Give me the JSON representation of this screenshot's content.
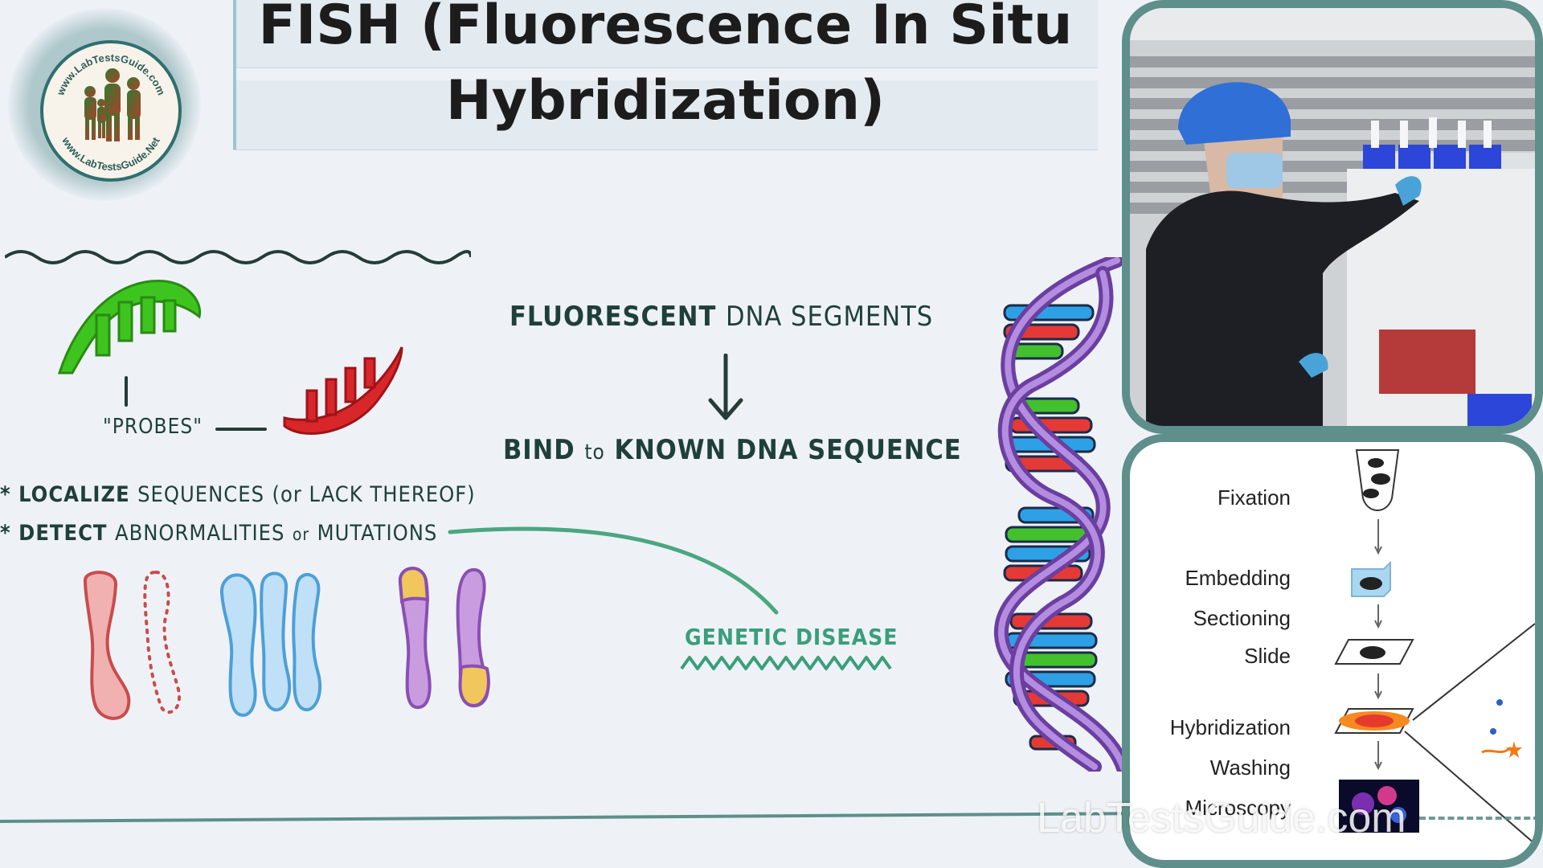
{
  "title": {
    "line1": "FISH (Fluorescence In Situ",
    "line2": "Hybridization)"
  },
  "logo": {
    "text_top": "www.LabTestsGuide.com",
    "text_bottom": "www.LabTestsGuide.Net"
  },
  "illustration": {
    "probes_label": "\"PROBES\"",
    "fluorescent_bold": "FLUORESCENT",
    "fluorescent_rest": "DNA SEGMENTS",
    "bind_bold": "BIND",
    "bind_small": "to",
    "bind_rest": "KNOWN DNA SEQUENCE",
    "bullet1_bold": "LOCALIZE",
    "bullet1_rest": "SEQUENCES",
    "bullet1_paren": "(or LACK THEREOF)",
    "bullet2_bold": "DETECT",
    "bullet2_rest": "ABNORMALITIES",
    "bullet2_small": "or",
    "bullet2_end": "MUTATIONS",
    "bullet_marker": "*",
    "genetic_disease": "GENETIC DISEASE"
  },
  "workflow": {
    "steps": [
      "Fixation",
      "Embedding",
      "Sectioning",
      "Slide",
      "Hybridization",
      "Washing",
      "Microscopy"
    ]
  },
  "watermark": "LabTestsGuide.com",
  "colors": {
    "accent_teal": "#5e8f8a",
    "probe_green": "#3ec41e",
    "probe_red": "#d8262b",
    "text_dark_green": "#1f3f3a",
    "genetic_disease_green": "#3a9e7a"
  },
  "icons": [
    "family-logo-icon",
    "dna-helix-icon",
    "probe-green-icon",
    "probe-red-icon",
    "arrow-down-icon",
    "chromosome-icon",
    "lab-technician-photo"
  ]
}
